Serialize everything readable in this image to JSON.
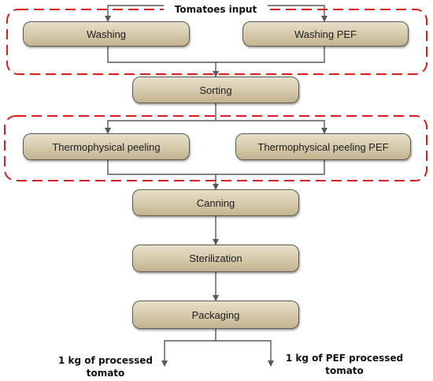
{
  "input_label": "Tomatoes input",
  "steps": {
    "washing": "Washing",
    "washing_pef": "Washing PEF",
    "sorting": "Sorting",
    "peeling": "Thermophysical peeling",
    "peeling_pef": "Thermophysical peeling PEF",
    "canning": "Canning",
    "sterilization": "Sterilization",
    "packaging": "Packaging"
  },
  "outputs": {
    "left_line1": "1 kg of processed",
    "left_line2": "tomato",
    "right_line1": "1 kg of PEF processed",
    "right_line2": "tomato"
  },
  "colors": {
    "group_border": "#d62020",
    "connector": "#595959",
    "box_fill": "#d8cdb0"
  }
}
